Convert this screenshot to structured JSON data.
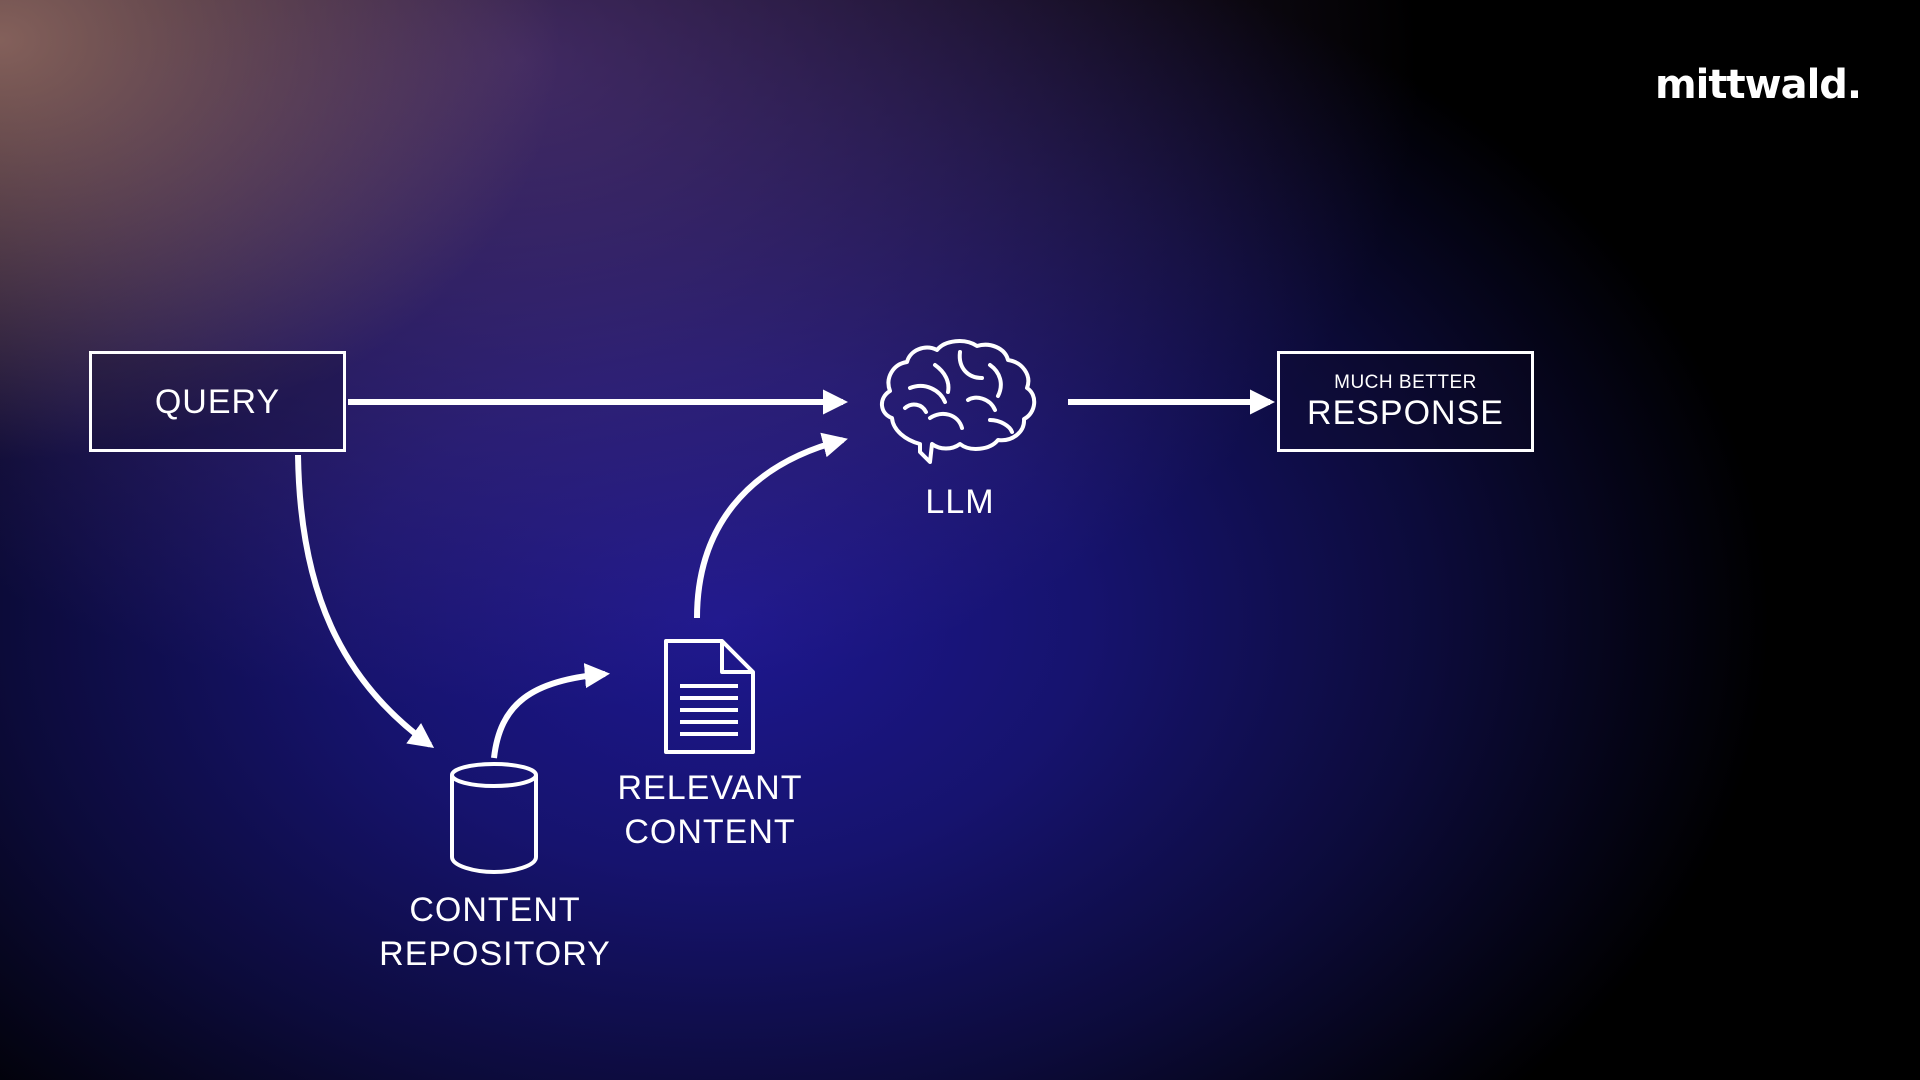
{
  "brand": {
    "logo_text": "mittwald."
  },
  "nodes": {
    "query": {
      "label": "QUERY"
    },
    "llm": {
      "label": "LLM",
      "icon": "brain-icon"
    },
    "response": {
      "sublabel": "MUCH BETTER",
      "label": "RESPONSE"
    },
    "content_repository": {
      "label_line1": "CONTENT",
      "label_line2": "REPOSITORY",
      "icon": "database-icon"
    },
    "relevant_content": {
      "label_line1": "RELEVANT",
      "label_line2": "CONTENT",
      "icon": "document-icon"
    }
  },
  "edges": [
    {
      "from": "query",
      "to": "llm"
    },
    {
      "from": "query",
      "to": "content_repository"
    },
    {
      "from": "content_repository",
      "to": "relevant_content"
    },
    {
      "from": "relevant_content",
      "to": "llm"
    },
    {
      "from": "llm",
      "to": "response"
    }
  ],
  "colors": {
    "foreground": "#ffffff",
    "background_center": "#1d178f",
    "background_edge": "#000000",
    "glow_top_left": "#966e64"
  }
}
